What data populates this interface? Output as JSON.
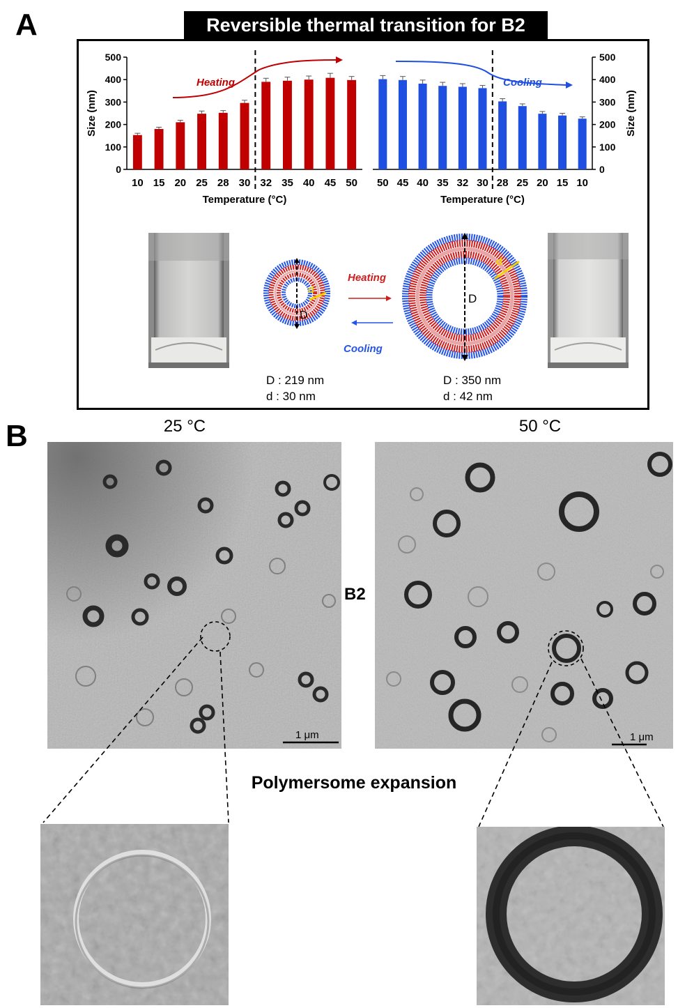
{
  "panel_a": {
    "letter": "A",
    "title": "Reversible thermal transition for B2",
    "heating_label": "Heating",
    "cooling_label": "Cooling",
    "small_vesicle": {
      "D_text": "D : 219 nm",
      "d_text": "d : 30 nm",
      "D_mark": "D",
      "d_mark": "d"
    },
    "large_vesicle": {
      "D_text": "D : 350 nm",
      "d_text": "d : 42 nm",
      "D_mark": "D",
      "d_mark": "d"
    }
  },
  "panel_b": {
    "letter": "B",
    "left_temp": "25 °C",
    "right_temp": "50 °C",
    "sample_label": "B2",
    "scale_left": "1 μm",
    "scale_right": "1 μm",
    "caption": "Polymersome expansion"
  },
  "colors": {
    "heating": "#c00000",
    "cooling": "#1f4fe0",
    "dashed": "#000000"
  },
  "chart_data": [
    {
      "type": "bar",
      "title": "",
      "xlabel": "Temperature (°C)",
      "ylabel": "Size (nm)",
      "ylim": [
        0,
        500
      ],
      "yticks": [
        0,
        100,
        200,
        300,
        400,
        500
      ],
      "categories": [
        "10",
        "15",
        "20",
        "25",
        "28",
        "30",
        "32",
        "35",
        "40",
        "45",
        "50"
      ],
      "values": [
        153,
        180,
        210,
        248,
        252,
        296,
        390,
        395,
        400,
        408,
        398
      ],
      "errors": [
        8,
        8,
        9,
        12,
        10,
        12,
        16,
        16,
        16,
        20,
        16
      ],
      "color": "#c00000",
      "annotation": "Heating",
      "transition_between": [
        "30",
        "32"
      ],
      "axis_side": "left"
    },
    {
      "type": "bar",
      "title": "",
      "xlabel": "Temperature (°C)",
      "ylabel": "Size (nm)",
      "ylim": [
        0,
        500
      ],
      "yticks": [
        0,
        100,
        200,
        300,
        400,
        500
      ],
      "categories": [
        "50",
        "45",
        "40",
        "35",
        "32",
        "30",
        "28",
        "25",
        "20",
        "15",
        "10"
      ],
      "values": [
        402,
        398,
        382,
        372,
        368,
        362,
        303,
        282,
        248,
        240,
        226
      ],
      "errors": [
        16,
        16,
        16,
        16,
        14,
        12,
        12,
        10,
        10,
        10,
        8
      ],
      "color": "#1f4fe0",
      "annotation": "Cooling",
      "transition_between": [
        "30",
        "28"
      ],
      "axis_side": "right"
    }
  ]
}
